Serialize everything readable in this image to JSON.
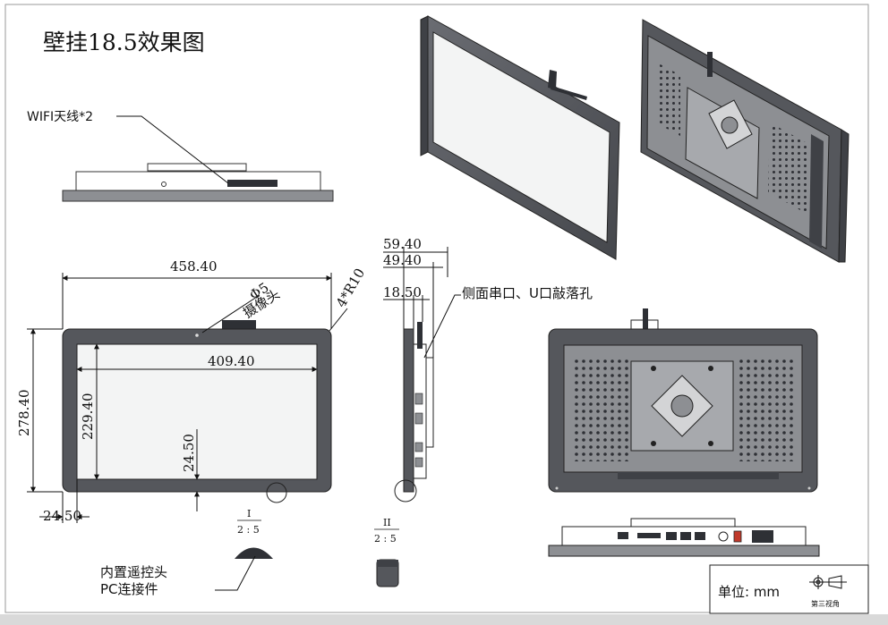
{
  "title": "壁挂18.5效果图",
  "labels": {
    "wifi": "WIFI天线*2",
    "dim_width": "458.40",
    "dim_height": "278.40",
    "dim_view_w": "409.40",
    "dim_view_h": "229.40",
    "dim_bottom_gap": "24.50",
    "dim_left_gap": "24.50",
    "camera_dia": "Φ5",
    "camera": "摄像头",
    "corner_radius": "4*R10",
    "side_d1": "59.40",
    "side_d2": "49.40",
    "side_d3": "18.50",
    "side_ports": "侧面串口、U口敲落孔",
    "detail1_id": "I",
    "detail1_scale": "2 : 5",
    "detail2_id": "II",
    "detail2_scale": "2 : 5",
    "remote": "内置遥控头",
    "pc_connector": "PC连接件",
    "unit": "单位: mm",
    "projection": "第三视角"
  },
  "colors": {
    "frame": "#55575c",
    "frame_dark": "#3f4146",
    "screen": "#f3f4f4",
    "line": "#111111",
    "sheet_bg": "#ffffff",
    "bottom_bar": "#d9d9d9"
  }
}
